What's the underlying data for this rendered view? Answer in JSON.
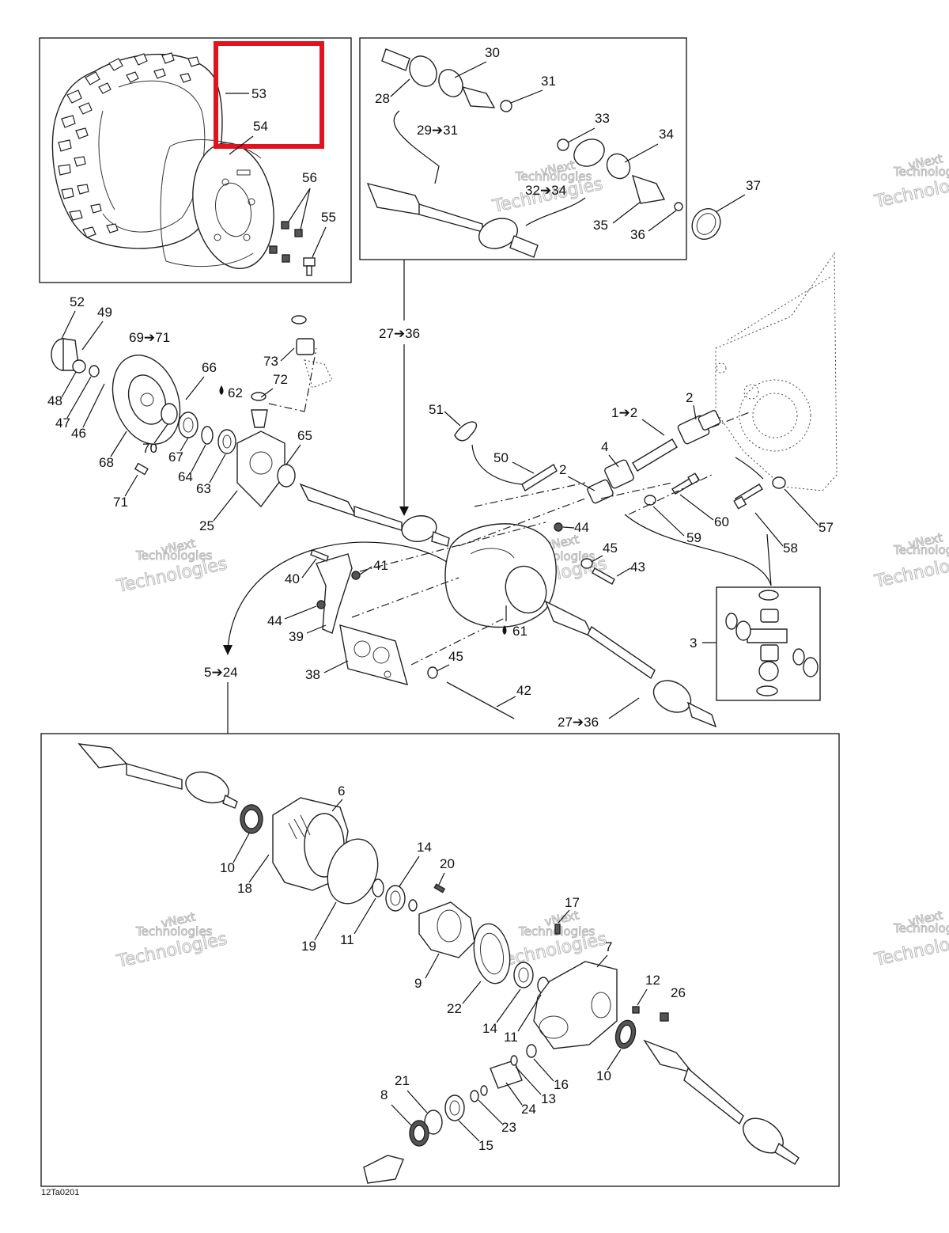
{
  "figure_code": "12Ta0201",
  "watermark": {
    "line1": "vNext",
    "line2": "Technologies",
    "big": "Technologies"
  },
  "highlight_color": "#e0141e",
  "labels": {
    "l53": "53",
    "l54": "54",
    "l56": "56",
    "l55": "55",
    "l30": "30",
    "l31": "31",
    "l28": "28",
    "l29_31": "29➔31",
    "l33": "33",
    "l34": "34",
    "l32_34": "32➔34",
    "l35": "35",
    "l36": "36",
    "l37": "37",
    "l52": "52",
    "l49": "49",
    "l69_71": "69➔71",
    "l66": "66",
    "l73": "73",
    "l72": "72",
    "l62": "62",
    "l48": "48",
    "l47": "47",
    "l46": "46",
    "l70": "70",
    "l67": "67",
    "l68": "68",
    "l64": "64",
    "l63": "63",
    "l65": "65",
    "l71": "71",
    "l25": "25",
    "l27_36a": "27➔36",
    "l51": "51",
    "l50": "50",
    "l2a": "2",
    "l1_2": "1➔2",
    "l2b": "2",
    "l4": "4",
    "l60": "60",
    "l59": "59",
    "l57": "57",
    "l58": "58",
    "l44a": "44",
    "l45a": "45",
    "l43": "43",
    "l41": "41",
    "l40": "40",
    "l44b": "44",
    "l39": "39",
    "l61": "61",
    "l3": "3",
    "l45b": "45",
    "l38": "38",
    "l42": "42",
    "l5_24": "5➔24",
    "l27_36b": "27➔36",
    "l6": "6",
    "l10a": "10",
    "l18": "18",
    "l14a": "14",
    "l20": "20",
    "l19": "19",
    "l11a": "11",
    "l9": "9",
    "l17": "17",
    "l7": "7",
    "l22": "22",
    "l12": "12",
    "l26": "26",
    "l14b": "14",
    "l11b": "11",
    "l10b": "10",
    "l21": "21",
    "l8": "8",
    "l16": "16",
    "l13": "13",
    "l24": "24",
    "l23": "23",
    "l15": "15"
  }
}
